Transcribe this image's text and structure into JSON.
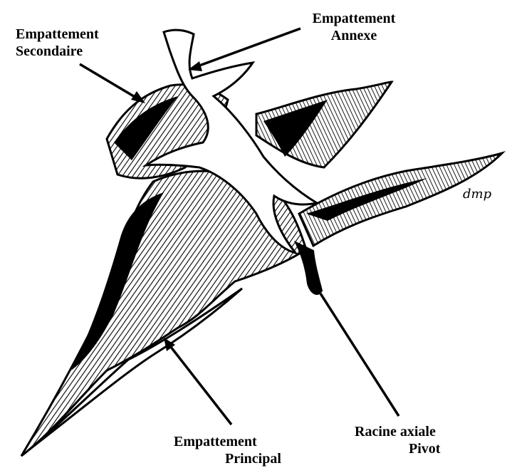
{
  "diagram": {
    "labels": {
      "secondaire": [
        "Empattement",
        "Secondaire"
      ],
      "annexe": [
        "Empattement",
        "Annexe"
      ],
      "principal": [
        "Empattement",
        "Principal"
      ],
      "racine": [
        "Racine axiale",
        "Pivot"
      ]
    },
    "signature": "dmp"
  }
}
